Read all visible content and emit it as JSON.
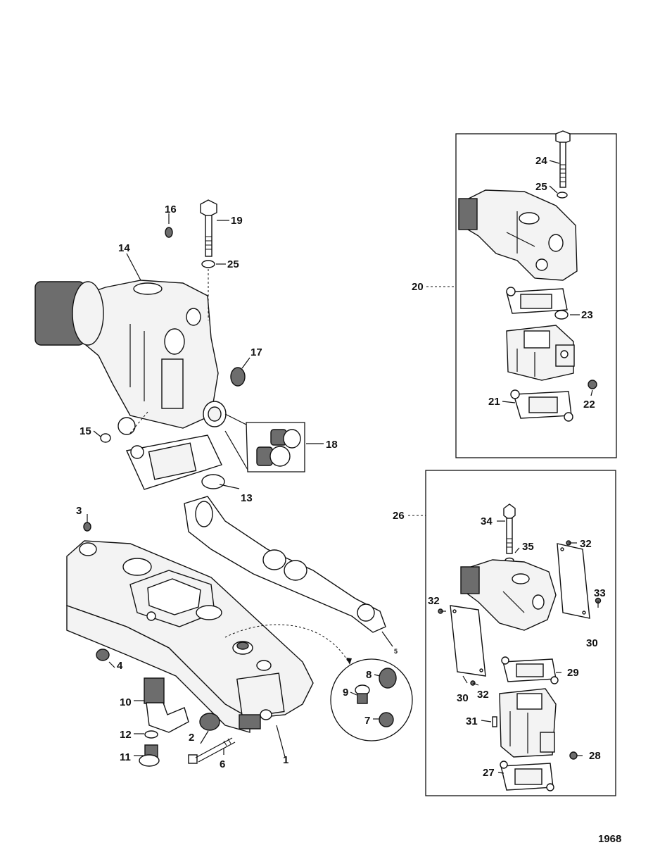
{
  "labels": {
    "p1": "1",
    "p2": "2",
    "p3": "3",
    "p4": "4",
    "p5": "5",
    "p6": "6",
    "p7": "7",
    "p8": "8",
    "p9": "9",
    "p10": "10",
    "p11": "11",
    "p12": "12",
    "p13": "13",
    "p14": "14",
    "p15": "15",
    "p16": "16",
    "p17": "17",
    "p18": "18",
    "p19": "19",
    "p20": "20",
    "p21": "21",
    "p22": "22",
    "p23": "23",
    "p24": "24",
    "p25a": "25",
    "p25b": "25",
    "p26": "26",
    "p27": "27",
    "p28": "28",
    "p29": "29",
    "p30a": "30",
    "p30b": "30",
    "p31": "31",
    "p32a": "32",
    "p32b": "32",
    "p32c": "32",
    "p33": "33",
    "p34": "34",
    "p35": "35"
  },
  "figure_id": "1968"
}
